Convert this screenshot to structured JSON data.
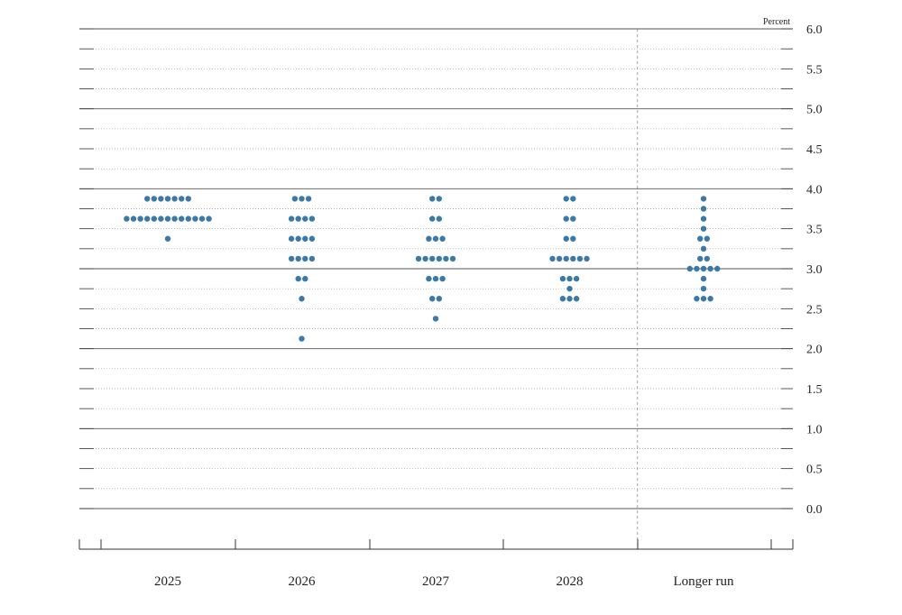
{
  "chart_data": {
    "type": "scatter",
    "unit_label": "Percent",
    "categories": [
      "2025",
      "2026",
      "2027",
      "2028",
      "Longer run"
    ],
    "y_ticks": [
      "6.0",
      "5.5",
      "5.0",
      "4.5",
      "4.0",
      "3.5",
      "3.0",
      "2.5",
      "2.0",
      "1.5",
      "1.0",
      "0.5",
      "0.0"
    ],
    "ylim": [
      0.0,
      6.0
    ],
    "grid": true,
    "dot_color": "#3a79a8",
    "dots": [
      {
        "category": "2025",
        "rate": 3.875,
        "count": 7
      },
      {
        "category": "2025",
        "rate": 3.625,
        "count": 13
      },
      {
        "category": "2025",
        "rate": 3.375,
        "count": 1
      },
      {
        "category": "2026",
        "rate": 3.875,
        "count": 3
      },
      {
        "category": "2026",
        "rate": 3.625,
        "count": 4
      },
      {
        "category": "2026",
        "rate": 3.375,
        "count": 4
      },
      {
        "category": "2026",
        "rate": 3.125,
        "count": 4
      },
      {
        "category": "2026",
        "rate": 2.875,
        "count": 2
      },
      {
        "category": "2026",
        "rate": 2.625,
        "count": 1
      },
      {
        "category": "2026",
        "rate": 2.125,
        "count": 1
      },
      {
        "category": "2027",
        "rate": 3.875,
        "count": 2
      },
      {
        "category": "2027",
        "rate": 3.625,
        "count": 2
      },
      {
        "category": "2027",
        "rate": 3.375,
        "count": 3
      },
      {
        "category": "2027",
        "rate": 3.125,
        "count": 6
      },
      {
        "category": "2027",
        "rate": 2.875,
        "count": 3
      },
      {
        "category": "2027",
        "rate": 2.625,
        "count": 2
      },
      {
        "category": "2027",
        "rate": 2.375,
        "count": 1
      },
      {
        "category": "2028",
        "rate": 3.875,
        "count": 2
      },
      {
        "category": "2028",
        "rate": 3.625,
        "count": 2
      },
      {
        "category": "2028",
        "rate": 3.375,
        "count": 2
      },
      {
        "category": "2028",
        "rate": 3.125,
        "count": 6
      },
      {
        "category": "2028",
        "rate": 2.875,
        "count": 3
      },
      {
        "category": "2028",
        "rate": 2.75,
        "count": 1
      },
      {
        "category": "2028",
        "rate": 2.625,
        "count": 3
      },
      {
        "category": "Longer run",
        "rate": 3.875,
        "count": 1
      },
      {
        "category": "Longer run",
        "rate": 3.75,
        "count": 1
      },
      {
        "category": "Longer run",
        "rate": 3.625,
        "count": 1
      },
      {
        "category": "Longer run",
        "rate": 3.5,
        "count": 1
      },
      {
        "category": "Longer run",
        "rate": 3.375,
        "count": 2
      },
      {
        "category": "Longer run",
        "rate": 3.25,
        "count": 1
      },
      {
        "category": "Longer run",
        "rate": 3.125,
        "count": 2
      },
      {
        "category": "Longer run",
        "rate": 3.0,
        "count": 5
      },
      {
        "category": "Longer run",
        "rate": 2.875,
        "count": 1
      },
      {
        "category": "Longer run",
        "rate": 2.75,
        "count": 1
      },
      {
        "category": "Longer run",
        "rate": 2.625,
        "count": 3
      }
    ]
  }
}
